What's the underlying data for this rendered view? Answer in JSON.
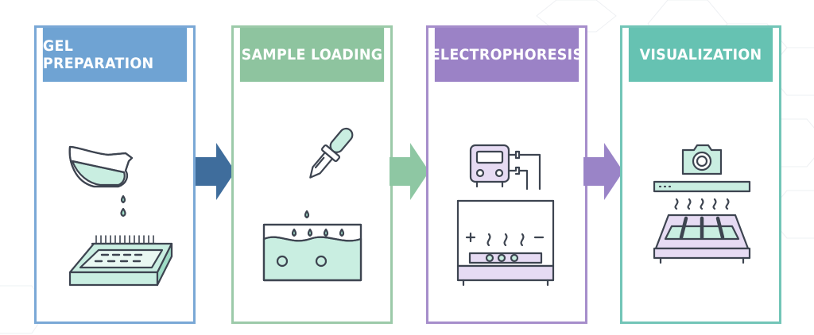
{
  "steps": [
    {
      "title": "GEL PREPARATION",
      "color": "#6fa3d3",
      "border": "#7aa8d6",
      "icon": "beaker-gel-tray-icon"
    },
    {
      "title": "SAMPLE LOADING",
      "color": "#8ec49f",
      "border": "#9ccaa9",
      "icon": "pipette-wells-icon"
    },
    {
      "title": "ELECTROPHORESIS",
      "color": "#9b82c6",
      "border": "#a68ecb",
      "icon": "power-supply-chamber-icon"
    },
    {
      "title": "VISUALIZATION",
      "color": "#66c2b2",
      "border": "#72c5b7",
      "icon": "camera-uv-transilluminator-icon"
    }
  ],
  "arrows": [
    {
      "color": "#3f6d9c",
      "icon": "arrow-right-icon"
    },
    {
      "color": "#8ec7a3",
      "icon": "arrow-right-icon"
    },
    {
      "color": "#9a84c7",
      "icon": "arrow-right-icon"
    }
  ],
  "colors": {
    "line": "#3d4450",
    "liquid": "#c9eee1",
    "liquid_dark": "#9fdcc6",
    "purple_light": "#e6dbf3",
    "bubble": "#6fc0a8"
  }
}
